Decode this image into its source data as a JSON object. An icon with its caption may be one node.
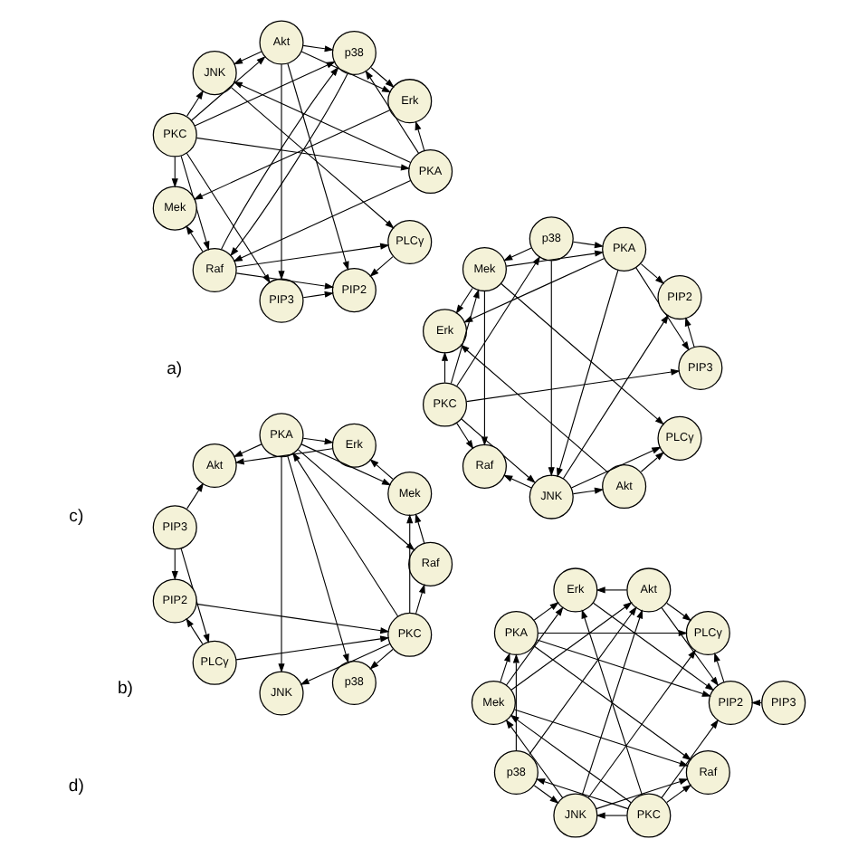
{
  "diagram": {
    "nodes": [
      {
        "text": [
          "PKC"
        ]
      },
      {
        "text": [
          "p38"
        ]
      },
      {
        "text": [
          "PKA"
        ]
      },
      {
        "text": [
          "JNK"
        ]
      },
      {
        "text": [
          "Akt"
        ]
      },
      {
        "text": [
          "Raf"
        ]
      },
      {
        "text": [
          "Erk"
        ]
      },
      {
        "text": [
          "Mek"
        ]
      },
      {
        "text": [
          "PIP3"
        ]
      },
      {
        "text": [
          "PLCγ"
        ]
      },
      {
        "text": [
          "PIP2"
        ]
      },
      {
        "text": [
          "PKC"
        ]
      },
      {
        "text": [
          "p38"
        ]
      },
      {
        "text": [
          "PKA"
        ]
      },
      {
        "text": [
          "JNK"
        ]
      },
      {
        "text": [
          "Akt"
        ]
      },
      {
        "text": [
          "Raf"
        ]
      },
      {
        "text": [
          "Erk"
        ]
      },
      {
        "text": [
          "Mek"
        ]
      },
      {
        "text": [
          "PIP3"
        ]
      },
      {
        "text": [
          "PLCγ"
        ]
      },
      {
        "text": [
          "PIP2"
        ]
      },
      {
        "text": [
          "PKC"
        ]
      },
      {
        "text": [
          "p38"
        ]
      },
      {
        "text": [
          "PKA"
        ]
      },
      {
        "text": [
          "JNK"
        ]
      },
      {
        "text": [
          "Akt"
        ]
      },
      {
        "text": [
          "Raf"
        ]
      },
      {
        "text": [
          "Erk"
        ]
      },
      {
        "text": [
          "Mek"
        ]
      },
      {
        "text": [
          "PIP3"
        ]
      },
      {
        "text": [
          "PLCγ"
        ]
      },
      {
        "text": [
          "PIP2"
        ]
      },
      {
        "text": [
          "PKC"
        ]
      },
      {
        "text": [
          "p38"
        ]
      },
      {
        "text": [
          "PKA"
        ]
      },
      {
        "text": [
          "JNK"
        ]
      },
      {
        "text": [
          "Akt"
        ]
      },
      {
        "text": [
          "Raf"
        ]
      },
      {
        "text": [
          "Erk"
        ]
      },
      {
        "text": [
          "Mek"
        ]
      },
      {
        "text": [
          "PIP3"
        ]
      },
      {
        "text": [
          "PLCγ"
        ]
      },
      {
        "text": [
          "PIP2"
        ]
      }
    ],
    "edges": [
      {
        "from": 0,
        "to": 1,
        "arrow": "to"
      },
      {
        "from": 0,
        "to": 2,
        "arrow": "to"
      },
      {
        "from": 2,
        "to": 1,
        "arrow": "to"
      },
      {
        "from": 0,
        "to": 3,
        "arrow": "to"
      },
      {
        "from": 0,
        "to": 5,
        "arrow": "to"
      },
      {
        "from": 0,
        "to": 7,
        "arrow": "to"
      },
      {
        "from": 2,
        "to": 3,
        "arrow": "to"
      },
      {
        "from": 2,
        "to": 5,
        "arrow": "to"
      },
      {
        "from": 2,
        "to": 7,
        "arrow": "to"
      },
      {
        "from": 2,
        "to": 4,
        "arrow": "to"
      },
      {
        "from": 2,
        "to": 6,
        "arrow": "to"
      },
      {
        "from": 5,
        "to": 7,
        "arrow": "to"
      },
      {
        "from": 7,
        "to": 6,
        "arrow": "to"
      },
      {
        "from": 6,
        "to": 4,
        "arrow": "to"
      },
      {
        "from": 8,
        "to": 4,
        "arrow": "to"
      },
      {
        "from": 8,
        "to": 9,
        "arrow": "to"
      },
      {
        "from": 8,
        "to": 10,
        "arrow": "to"
      },
      {
        "from": 9,
        "to": 10,
        "arrow": "to"
      },
      {
        "from": 9,
        "to": 0,
        "arrow": "to"
      },
      {
        "from": 10,
        "to": 0,
        "arrow": "to"
      },
      {
        "from": 11,
        "to": 12,
        "arrow": "to"
      },
      {
        "from": 12,
        "to": 13,
        "arrow": "to"
      },
      {
        "from": 11,
        "to": 14,
        "arrow": "to"
      },
      {
        "from": 11,
        "to": 16,
        "arrow": "to"
      },
      {
        "from": 11,
        "to": 18,
        "arrow": "to"
      },
      {
        "from": 11,
        "to": 21,
        "arrow": "to"
      },
      {
        "from": 11,
        "to": 17,
        "arrow": "to"
      },
      {
        "from": 12,
        "to": 14,
        "arrow": "to"
      },
      {
        "from": 12,
        "to": 15,
        "arrow": "to"
      },
      {
        "from": 14,
        "to": 15,
        "arrow": "to"
      },
      {
        "from": 14,
        "to": 16,
        "arrow": "to"
      },
      {
        "from": 14,
        "to": 18,
        "arrow": "to"
      },
      {
        "from": 14,
        "to": 20,
        "arrow": "to"
      },
      {
        "from": 13,
        "to": 16,
        "arrow": "to"
      },
      {
        "from": 13,
        "to": 20,
        "arrow": "to"
      },
      {
        "from": 13,
        "to": 21,
        "arrow": "to"
      },
      {
        "from": 13,
        "to": 17,
        "arrow": "to"
      },
      {
        "from": 18,
        "to": 13,
        "arrow": "to"
      },
      {
        "from": 18,
        "to": 16,
        "arrow": "to"
      },
      {
        "from": 18,
        "to": 15,
        "arrow": "to"
      },
      {
        "from": 18,
        "to": 17,
        "arrow": "to"
      },
      {
        "from": 15,
        "to": 17,
        "arrow": "to"
      },
      {
        "from": 15,
        "to": 20,
        "arrow": "to"
      },
      {
        "from": 15,
        "to": 21,
        "arrow": "to"
      },
      {
        "from": 17,
        "to": 21,
        "arrow": "to"
      },
      {
        "from": 19,
        "to": 21,
        "arrow": "to"
      },
      {
        "from": 21,
        "to": 20,
        "arrow": "to"
      },
      {
        "from": 22,
        "to": 23,
        "arrow": "to"
      },
      {
        "from": 22,
        "to": 25,
        "arrow": "to"
      },
      {
        "from": 22,
        "to": 27,
        "arrow": "to"
      },
      {
        "from": 22,
        "to": 29,
        "arrow": "to"
      },
      {
        "from": 22,
        "to": 30,
        "arrow": "to"
      },
      {
        "from": 22,
        "to": 28,
        "arrow": "to"
      },
      {
        "from": 23,
        "to": 24,
        "arrow": "to"
      },
      {
        "from": 23,
        "to": 25,
        "arrow": "to"
      },
      {
        "from": 23,
        "to": 29,
        "arrow": "to"
      },
      {
        "from": 24,
        "to": 25,
        "arrow": "to"
      },
      {
        "from": 25,
        "to": 26,
        "arrow": "to"
      },
      {
        "from": 25,
        "to": 27,
        "arrow": "to"
      },
      {
        "from": 25,
        "to": 31,
        "arrow": "to"
      },
      {
        "from": 25,
        "to": 32,
        "arrow": "to"
      },
      {
        "from": 24,
        "to": 28,
        "arrow": "to"
      },
      {
        "from": 24,
        "to": 32,
        "arrow": "to"
      },
      {
        "from": 24,
        "to": 30,
        "arrow": "to"
      },
      {
        "from": 29,
        "to": 24,
        "arrow": "to"
      },
      {
        "from": 29,
        "to": 27,
        "arrow": "to"
      },
      {
        "from": 29,
        "to": 28,
        "arrow": "to"
      },
      {
        "from": 29,
        "to": 31,
        "arrow": "to"
      },
      {
        "from": 26,
        "to": 28,
        "arrow": "to"
      },
      {
        "from": 26,
        "to": 31,
        "arrow": "to"
      },
      {
        "from": 30,
        "to": 32,
        "arrow": "to"
      },
      {
        "from": 33,
        "to": 34,
        "arrow": "to"
      },
      {
        "from": 33,
        "to": 35,
        "arrow": "to"
      },
      {
        "from": 35,
        "to": 34,
        "arrow": "to"
      },
      {
        "from": 33,
        "to": 36,
        "arrow": "to"
      },
      {
        "from": 33,
        "to": 38,
        "arrow": "to"
      },
      {
        "from": 33,
        "to": 40,
        "arrow": "to"
      },
      {
        "from": 33,
        "to": 37,
        "arrow": "to"
      },
      {
        "from": 33,
        "to": 41,
        "arrow": "to"
      },
      {
        "from": 38,
        "to": 34,
        "arrow": "to"
      },
      {
        "from": 35,
        "to": 36,
        "arrow": "to"
      },
      {
        "from": 35,
        "to": 38,
        "arrow": "to"
      },
      {
        "from": 35,
        "to": 39,
        "arrow": "to"
      },
      {
        "from": 37,
        "to": 34,
        "arrow": "to"
      },
      {
        "from": 37,
        "to": 36,
        "arrow": "to"
      },
      {
        "from": 37,
        "to": 39,
        "arrow": "to"
      },
      {
        "from": 37,
        "to": 41,
        "arrow": "to"
      },
      {
        "from": 37,
        "to": 43,
        "arrow": "to"
      },
      {
        "from": 34,
        "to": 39,
        "arrow": "to"
      },
      {
        "from": 34,
        "to": 38,
        "arrow": "to"
      },
      {
        "from": 36,
        "to": 42,
        "arrow": "to"
      },
      {
        "from": 38,
        "to": 40,
        "arrow": "to"
      },
      {
        "from": 38,
        "to": 42,
        "arrow": "to"
      },
      {
        "from": 38,
        "to": 43,
        "arrow": "to"
      },
      {
        "from": 39,
        "to": 40,
        "arrow": "to"
      },
      {
        "from": 41,
        "to": 43,
        "arrow": "to"
      },
      {
        "from": 42,
        "to": 43,
        "arrow": "to"
      }
    ],
    "labels": [
      "a)",
      "b)",
      "c)",
      "d)"
    ]
  }
}
